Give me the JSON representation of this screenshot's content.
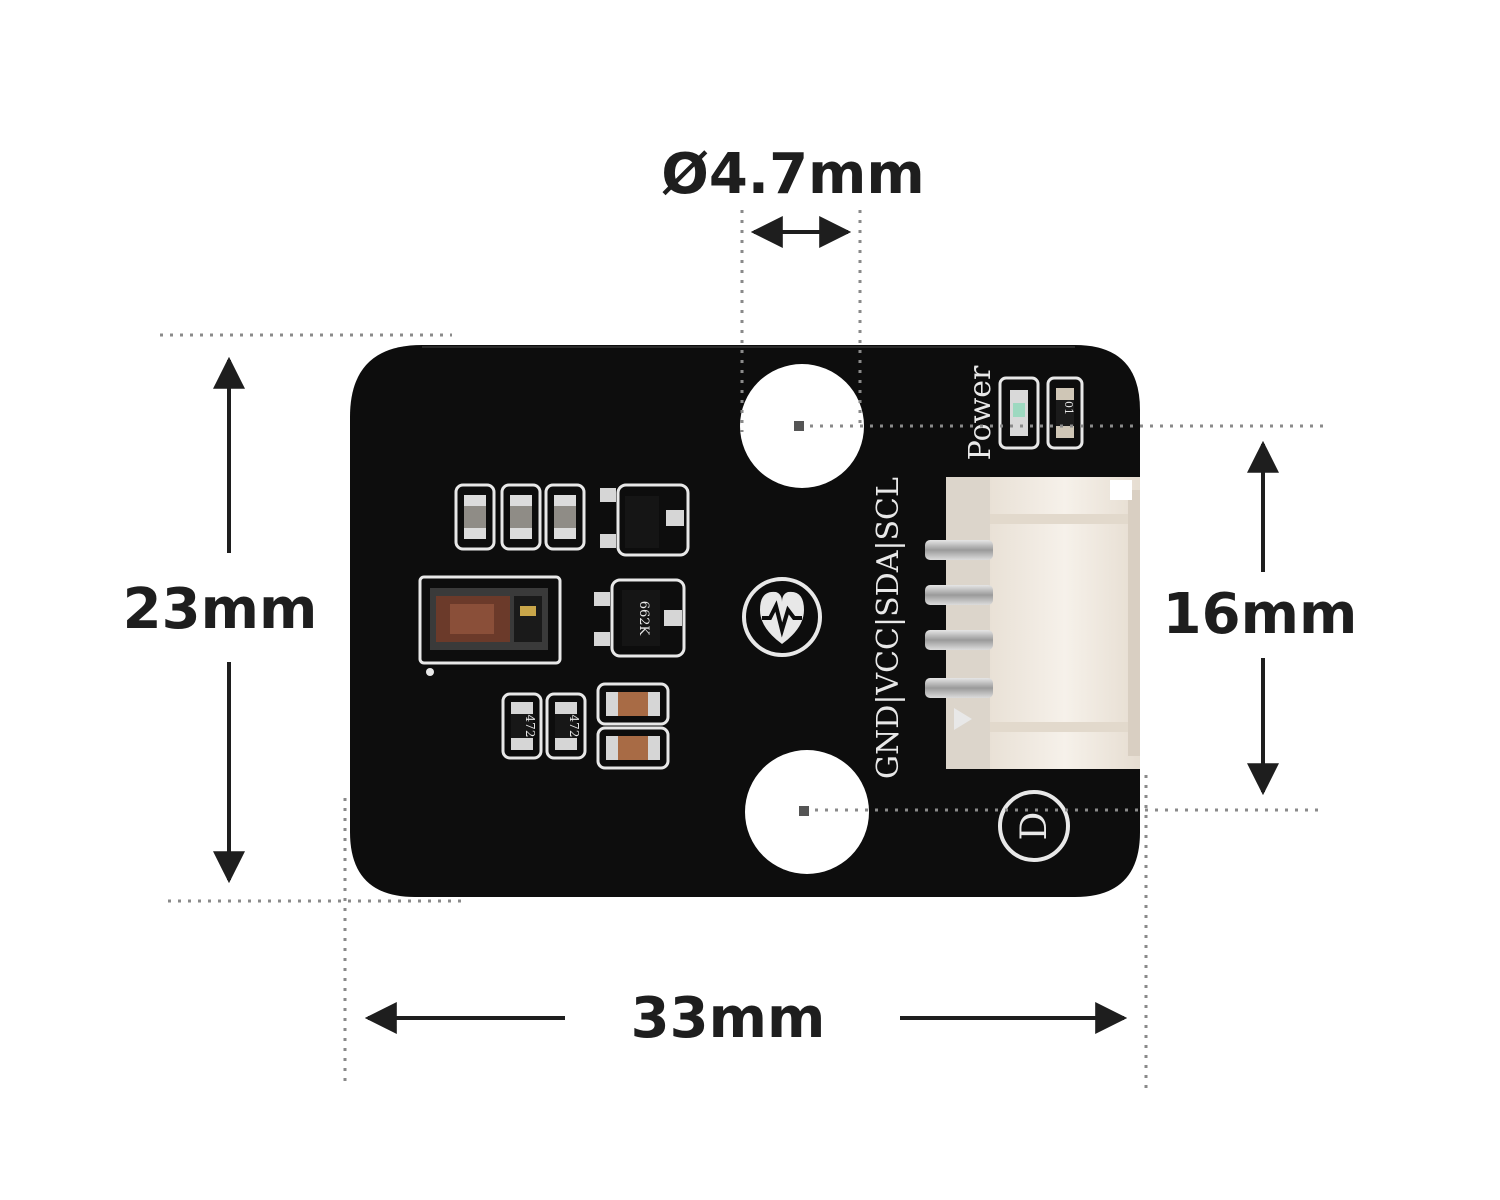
{
  "dimensions": {
    "hole_diameter": "Ø4.7mm",
    "board_height": "23mm",
    "hole_spacing": "16mm",
    "board_width": "33mm"
  },
  "silkscreen": {
    "power": "Power",
    "pins": "GND|VCC|SDA|SCL",
    "resistor_code_1": "472",
    "resistor_code_2": "472",
    "transistor_code": "662K",
    "mark_d": "D"
  },
  "colors": {
    "board": "#0d0d0d",
    "silk": "#e8e8e8",
    "connector": "#f1ebe3",
    "dimension_line": "#1e1e1e",
    "guide_line": "#8a8a8a"
  }
}
